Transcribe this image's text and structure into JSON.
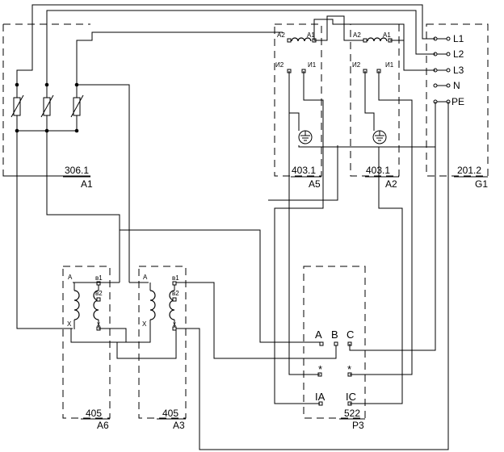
{
  "blocks": [
    {
      "code": "306.1",
      "ref": "A1"
    },
    {
      "code": "403.1",
      "ref": "A5"
    },
    {
      "code": "403.1",
      "ref": "A2"
    },
    {
      "code": "201.2",
      "ref": "G1"
    },
    {
      "code": "405",
      "ref": "A6"
    },
    {
      "code": "405",
      "ref": "A3"
    },
    {
      "code": "522",
      "ref": "P3"
    }
  ],
  "supply_terminals": [
    "L1",
    "L2",
    "L3",
    "N",
    "PE"
  ],
  "relay_terminals": {
    "a2": "A2",
    "a1": "A1",
    "i2": "И2",
    "i1": "И1"
  },
  "transformer_terminals": {
    "a": "A",
    "x": "X",
    "b1": "в1",
    "b2": "в2",
    "xs": "x"
  },
  "meter_terminals": {
    "a": "A",
    "b": "B",
    "c": "C",
    "star": "*",
    "ia": "IA",
    "ic": "IC"
  }
}
